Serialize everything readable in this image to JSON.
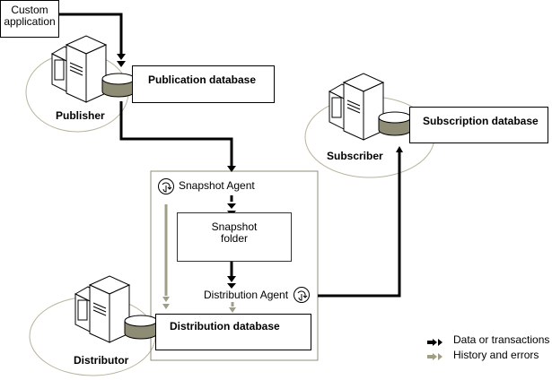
{
  "colors": {
    "data_flow": "#000000",
    "history_flow": "#a09f86",
    "ellipse": "#b8b49c",
    "db_band": "#8e8c74",
    "container_border": "#8e8c74"
  },
  "nodes": {
    "custom_app": {
      "line1": "Custom",
      "line2": "application"
    },
    "publisher": {
      "label": "Publisher",
      "db": "Publication database"
    },
    "subscriber": {
      "label": "Subscriber",
      "db": "Subscription database"
    },
    "distributor": {
      "label": "Distributor",
      "db": "Distribution database"
    },
    "snapshot_agent": {
      "label": "Snapshot Agent",
      "icon": "agent-cycle-icon"
    },
    "snapshot_folder": {
      "line1": "Snapshot",
      "line2": "folder"
    },
    "distribution_agent": {
      "label": "Distribution Agent",
      "icon": "agent-cycle-icon"
    }
  },
  "legend": {
    "items": [
      {
        "label": "Data or transactions",
        "icon": "black-arrow-icon"
      },
      {
        "label": "History and errors",
        "icon": "gray-arrow-icon"
      }
    ]
  }
}
